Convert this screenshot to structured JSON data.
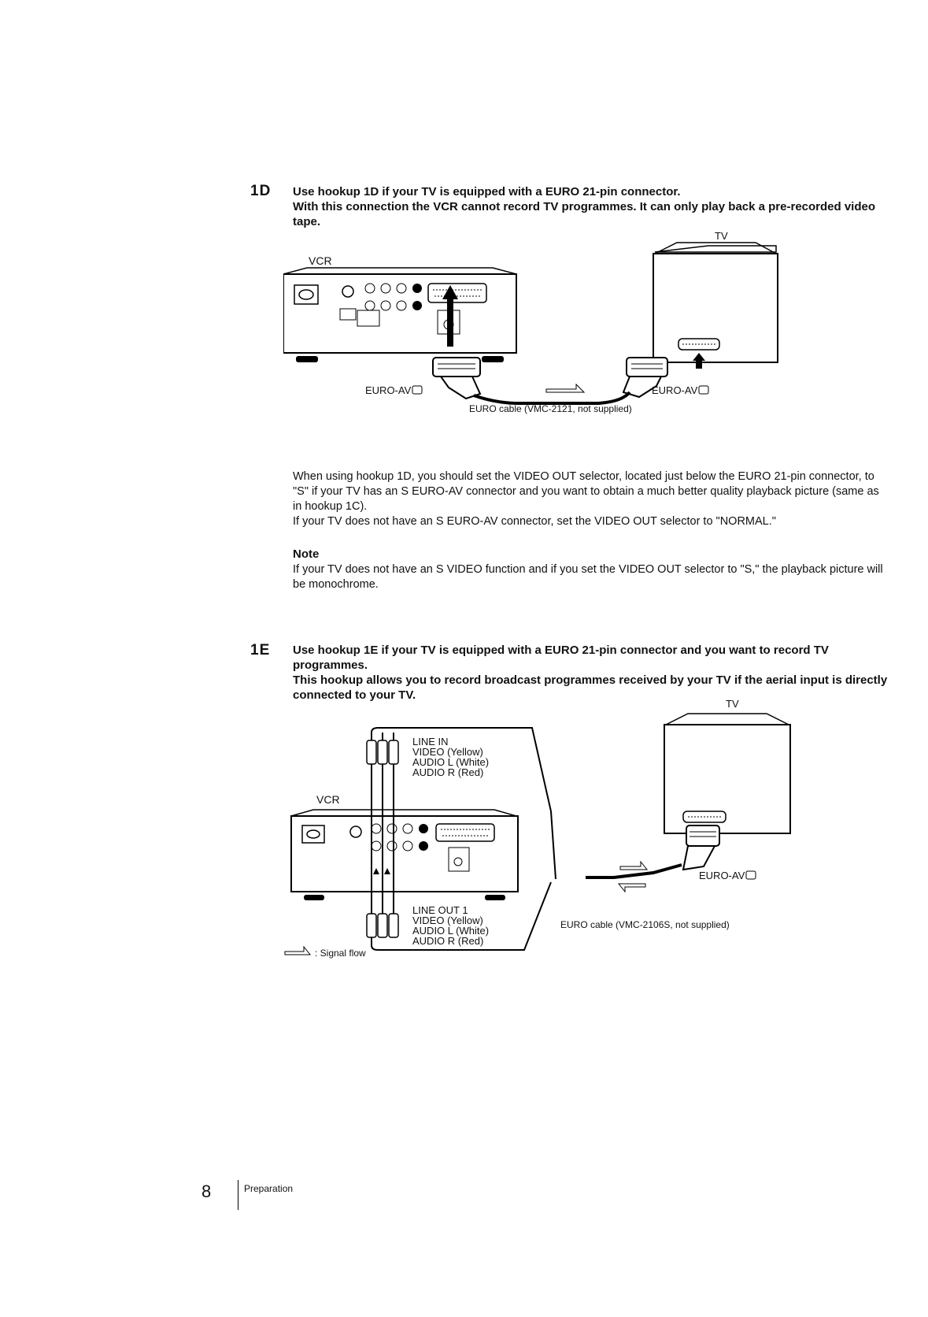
{
  "section_1d": {
    "number": "1D",
    "heading_1": "Use hookup 1D if your TV is equipped with a EURO 21-pin connector.",
    "heading_2": "With this connection the VCR cannot record TV programmes. It can only play back a pre-recorded video tape.",
    "labels": {
      "tv": "TV",
      "vcr": "VCR",
      "euro_av_left": "EURO-AV",
      "euro_av_right": "EURO-AV",
      "cable": "EURO cable (VMC-2121, not supplied)"
    },
    "paragraph_1": "When using hookup 1D, you should set the VIDEO OUT selector, located just below the EURO 21-pin connector, to \"S\" if your TV has an S EURO-AV connector and you want to obtain a much better quality playback picture (same as in hookup 1C).",
    "paragraph_2": "If your TV does not have an S EURO-AV connector, set the VIDEO OUT selector to \"NORMAL.\"",
    "note_title": "Note",
    "note_text": "If your TV does not have an S VIDEO function and if you set the VIDEO OUT selector to \"S,\" the playback picture will be monochrome."
  },
  "section_1e": {
    "number": "1E",
    "heading_1": "Use hookup 1E if your TV is equipped with a EURO 21-pin connector and you want to record TV programmes.",
    "heading_2": "This hookup allows you to record broadcast programmes received by your TV if the aerial input is directly connected to your TV.",
    "labels": {
      "tv": "TV",
      "vcr": "VCR",
      "line_in": [
        "LINE IN",
        "VIDEO (Yellow)",
        "AUDIO L (White)",
        "AUDIO R (Red)"
      ],
      "line_out": [
        "LINE OUT 1",
        "VIDEO (Yellow)",
        "AUDIO L (White)",
        "AUDIO R (Red)"
      ],
      "euro_av": "EURO-AV",
      "cable": "EURO cable (VMC-2106S, not supplied)",
      "signal_flow": ": Signal flow"
    }
  },
  "footer": {
    "page_number": "8",
    "section": "Preparation"
  }
}
